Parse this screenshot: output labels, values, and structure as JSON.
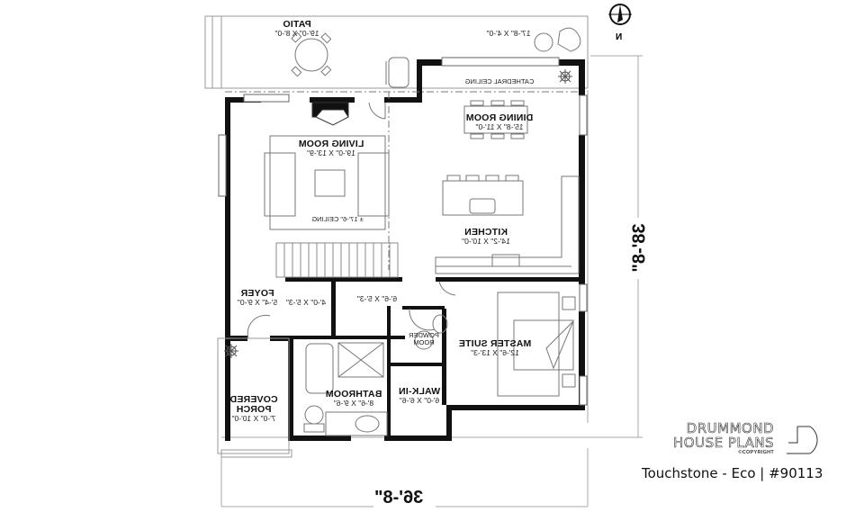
{
  "plan": {
    "orientation": "mirrored",
    "rooms": [
      {
        "id": "patio",
        "name": "PATIO",
        "dims": "19'-0\" X 8'-0\""
      },
      {
        "id": "porch-rear",
        "name": "",
        "dims": "17'-8\" X 4'-0\""
      },
      {
        "id": "living",
        "name": "LIVING ROOM",
        "dims": "19'-0\" X 13'-9\"",
        "note": "± 17'-6\" CEILING"
      },
      {
        "id": "dining",
        "name": "DINING ROOM",
        "dims": "15'-8\" X 11'-0\"",
        "note": "CATHEDRAL CEILING"
      },
      {
        "id": "kitchen",
        "name": "KITCHEN",
        "dims": "14'-2\" X 10'-0\""
      },
      {
        "id": "foyer",
        "name": "FOYER",
        "dims": "5'-4\" X 9'-0\""
      },
      {
        "id": "closet1",
        "name": "",
        "dims": "4'-0\" X 5'-3\""
      },
      {
        "id": "closet2",
        "name": "",
        "dims": "6'-6\" X 5'-3\""
      },
      {
        "id": "powder",
        "name": "POWDER ROOM"
      },
      {
        "id": "master",
        "name": "MASTER SUITE",
        "dims": "12'-6\" X 13'-3\""
      },
      {
        "id": "walkin",
        "name": "WALK-IN",
        "dims": "6'-0\" X 6'-6\""
      },
      {
        "id": "bathroom",
        "name": "BATHROOM",
        "dims": "8'-6\" X 9'-6\""
      },
      {
        "id": "covered-porch",
        "name": "COVERED PORCH",
        "name1": "COVERED",
        "name2": "PORCH",
        "dims": "7'-0\" X 10'-0\""
      }
    ],
    "dimensions": {
      "width": "36'-8\"",
      "depth": "38'-8\""
    },
    "compass": {
      "label": "N"
    }
  },
  "branding": {
    "line1": "DRUMMOND",
    "line2": "HOUSE PLANS",
    "copyright": "©COPYRIGHT",
    "title": "Touchstone - Eco | #90113"
  },
  "colors": {
    "wall": "#111111",
    "line": "#9a9a9a",
    "text": "#111111",
    "background": "#ffffff"
  }
}
